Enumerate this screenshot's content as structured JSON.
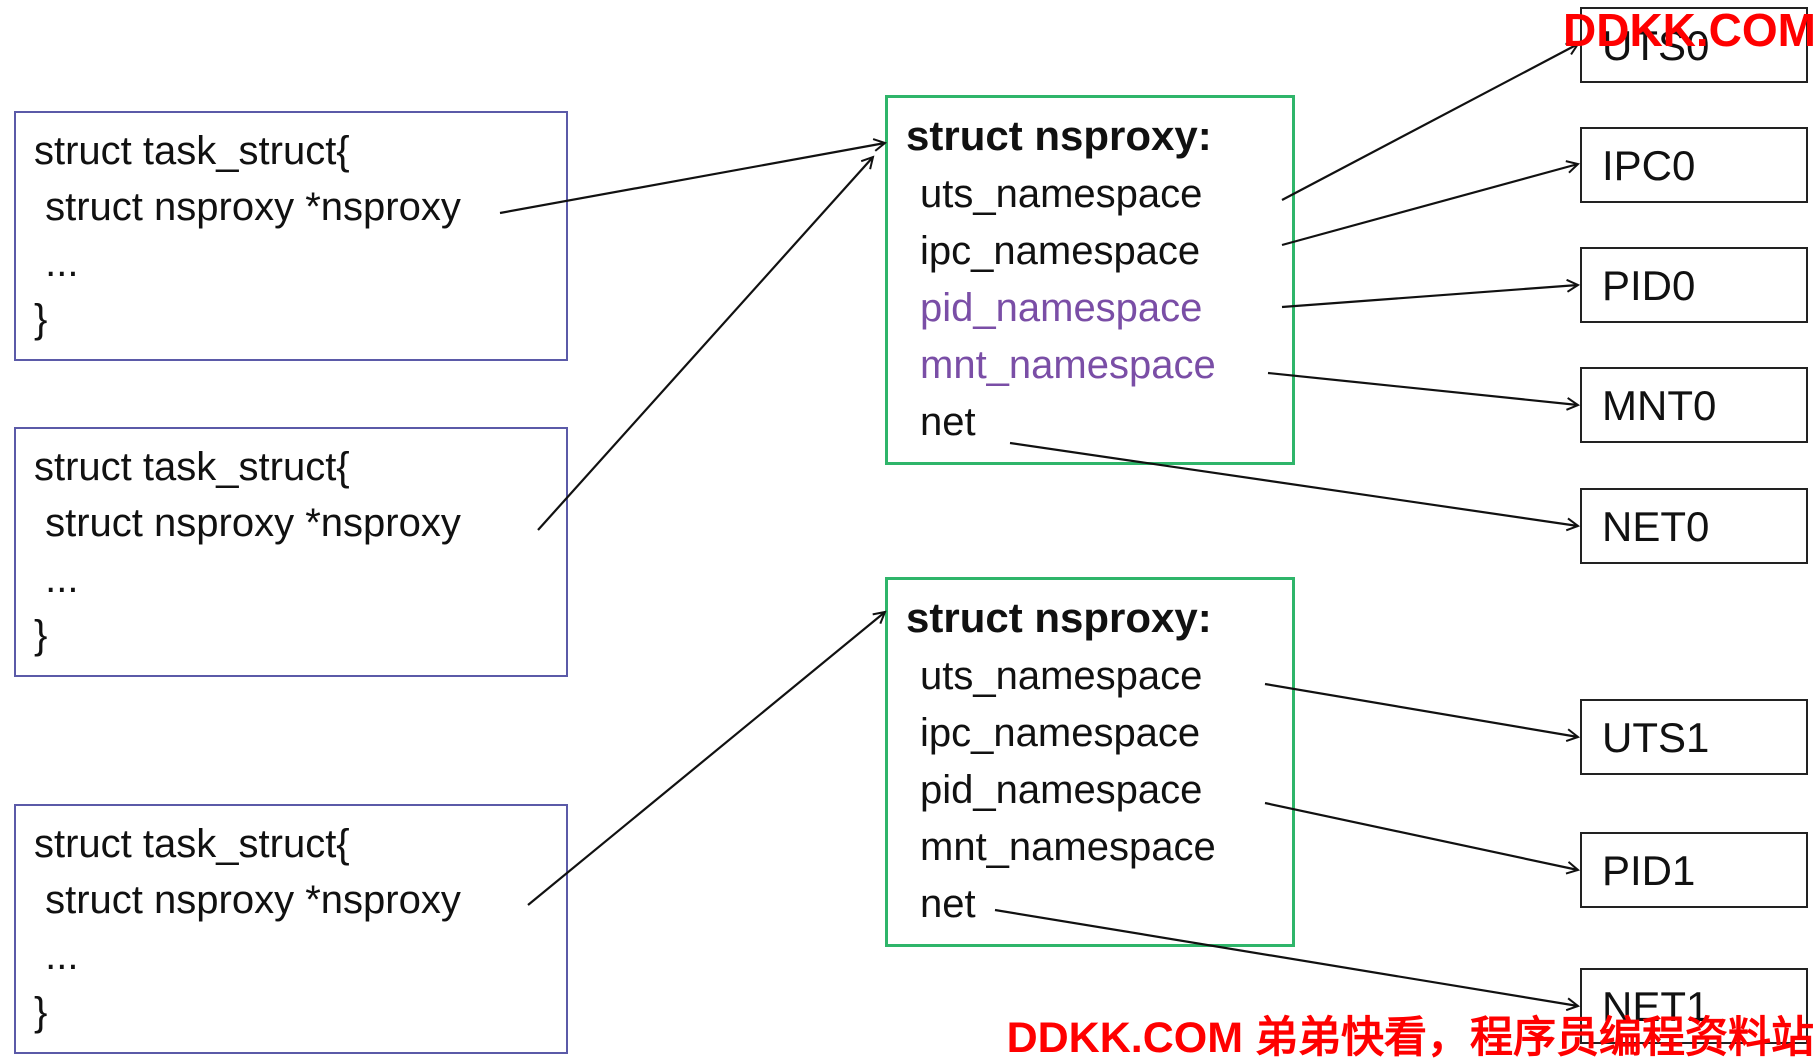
{
  "task_structs": [
    {
      "line1": "struct task_struct{",
      "line2": " struct nsproxy *nsproxy",
      "line3": " ...",
      "line4": "}"
    },
    {
      "line1": "struct task_struct{",
      "line2": " struct nsproxy *nsproxy",
      "line3": " ...",
      "line4": "}"
    },
    {
      "line1": "struct task_struct{",
      "line2": " struct nsproxy *nsproxy",
      "line3": " ...",
      "line4": "}"
    }
  ],
  "nsproxies": [
    {
      "title": "struct nsproxy:",
      "fields": [
        "uts_namespace",
        "ipc_namespace",
        "pid_namespace",
        "mnt_namespace",
        "net"
      ]
    },
    {
      "title": "struct nsproxy:",
      "fields": [
        "uts_namespace",
        "ipc_namespace",
        "pid_namespace",
        "mnt_namespace",
        "net"
      ]
    }
  ],
  "namespaces": [
    "UTS0",
    "IPC0",
    "PID0",
    "MNT0",
    "NET0",
    "UTS1",
    "PID1",
    "NET1"
  ],
  "colors": {
    "task_border": "#5b5aa8",
    "nsproxy_border": "#2fb56a",
    "highlight_text": "#7a4ea6",
    "watermark": "#ff0000"
  },
  "watermark": {
    "top": "DDKK.COM",
    "bottom": "DDKK.COM 弟弟快看，程序员编程资料站"
  }
}
